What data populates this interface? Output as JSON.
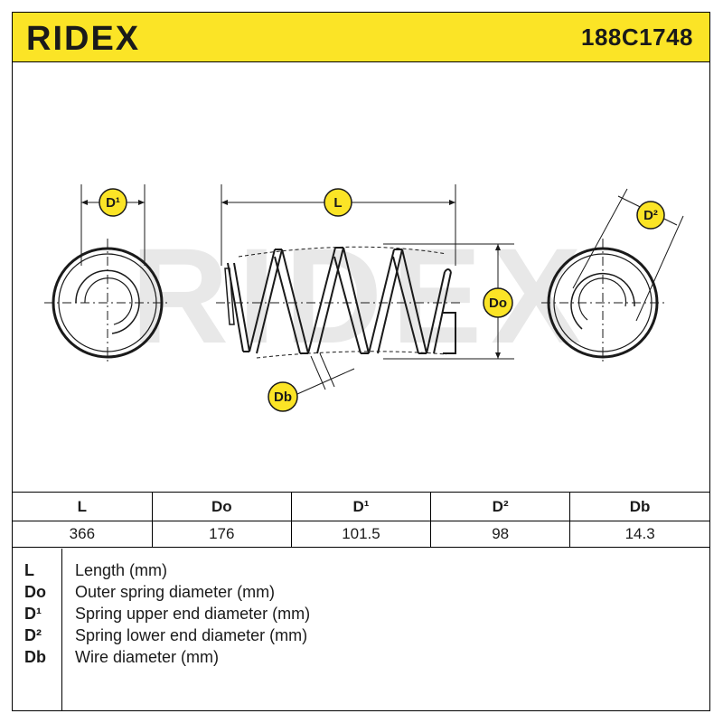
{
  "header": {
    "brand": "RIDEX",
    "part_number": "188C1748"
  },
  "diagram": {
    "watermark": "RIDEX",
    "labels": {
      "d1": "D¹",
      "l": "L",
      "d2": "D²",
      "do": "Do",
      "db": "Db"
    }
  },
  "table": {
    "headers": [
      "L",
      "Do",
      "D¹",
      "D²",
      "Db"
    ],
    "values": [
      "366",
      "176",
      "101.5",
      "98",
      "14.3"
    ]
  },
  "legend": [
    {
      "key": "L",
      "desc": "Length (mm)"
    },
    {
      "key": "Do",
      "desc": "Outer spring diameter (mm)"
    },
    {
      "key": "D¹",
      "desc": "Spring upper end diameter (mm)"
    },
    {
      "key": "D²",
      "desc": "Spring lower end diameter (mm)"
    },
    {
      "key": "Db",
      "desc": "Wire diameter (mm)"
    }
  ],
  "colors": {
    "brand_yellow": "#fbe426",
    "line": "#1a1a1a"
  }
}
